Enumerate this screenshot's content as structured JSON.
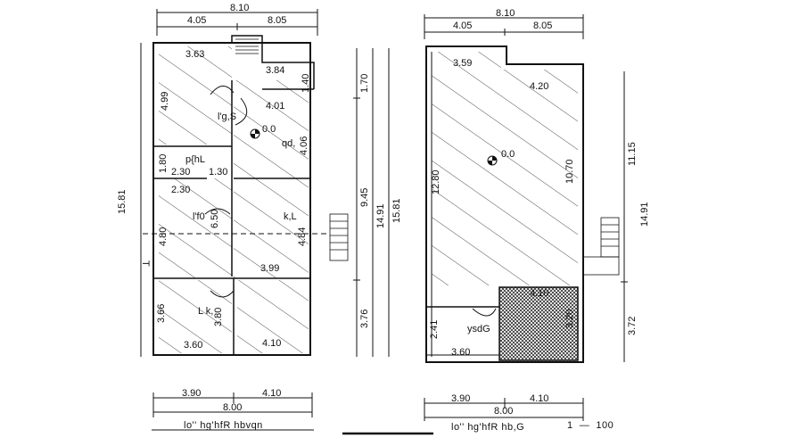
{
  "left_plan": {
    "top_dims": {
      "total": "8.10",
      "left": "4.05",
      "right": "8.05"
    },
    "side_dims": {
      "total": "15.81",
      "a": "1.70",
      "b": "9.45",
      "c": "14.91",
      "d": "15.81",
      "e": "3.76"
    },
    "bottom_dims": {
      "left": "3.90",
      "right": "4.10",
      "total": "8.00"
    },
    "inner_dims": [
      "3.63",
      "3.84",
      "4.99",
      "1.40",
      "4.01",
      "4.06",
      "1.80",
      "2.30",
      "1.30",
      "2.30",
      "6.50",
      "4.80",
      "4.84",
      "3.99",
      "3.66",
      "3.80",
      "3.60",
      "4.10"
    ],
    "level": "0.0",
    "rooms": [
      "l'g,S",
      "qd,",
      "p{hL",
      "l'f0",
      "k,L",
      "L k,"
    ],
    "title": "lo'' hg'hfR hbvqn",
    "section_mark": "T"
  },
  "right_plan": {
    "top_dims": {
      "total": "8.10",
      "left": "4.05",
      "right": "8.05"
    },
    "side_dims": {
      "a": "11.15",
      "b": "14.91",
      "c": "3.72"
    },
    "bottom_dims": {
      "left": "3.90",
      "right": "4.10",
      "total": "8.00"
    },
    "inner_dims": [
      "3.59",
      "4.20",
      "12.80",
      "10.70",
      "4.10",
      "3.20",
      "2.41",
      "3.60"
    ],
    "level": "0.0",
    "room": "ysdG",
    "title": "lo'' hg'hfR hb,G",
    "scale": "1  —  100"
  },
  "colors": {
    "line": "#111111",
    "background": "#ffffff"
  }
}
